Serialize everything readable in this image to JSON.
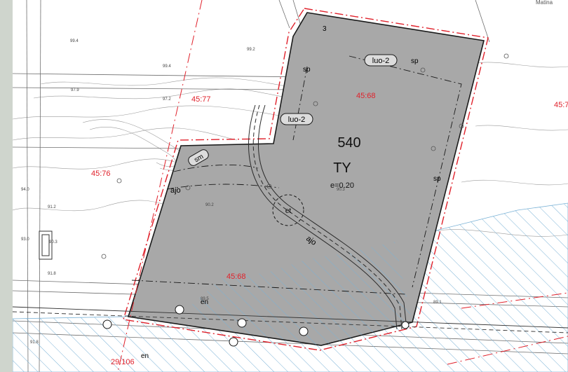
{
  "map": {
    "block_number": "540",
    "zone_code": "TY",
    "efficiency": "e=0.20",
    "property_ids": [
      "45:77",
      "45:68",
      "45:76",
      "45:68",
      "29:106",
      "45:7"
    ],
    "zone_labels": {
      "luo_2_a": "luo-2",
      "luo_2_b": "luo-2",
      "sm": "sm",
      "et": "et",
      "ajo_a": "ajo",
      "ajo_b": "ajo",
      "sp_a": "sp",
      "sp_b": "sp",
      "sp_c": "sp",
      "en_a": "en",
      "en_b": "en",
      "block_no_3": "3"
    },
    "elevations": [
      "99.4",
      "99.2",
      "99.4",
      "97.2",
      "97.9",
      "91.2",
      "90.3",
      "90.2",
      "90.3",
      "89.5",
      "89.1",
      "91.8",
      "93.0",
      "91.8",
      "94.0"
    ],
    "top_right_label": "Matina",
    "colors": {
      "plan_area": "#a8a8a8",
      "boundary_red": "#e0212b",
      "property_red": "#e0212b",
      "hatch_blue": "#7ab2d6",
      "contour": "#8a8a8a",
      "background": "#ffffff",
      "page_margin": "#cfd5cd"
    }
  }
}
